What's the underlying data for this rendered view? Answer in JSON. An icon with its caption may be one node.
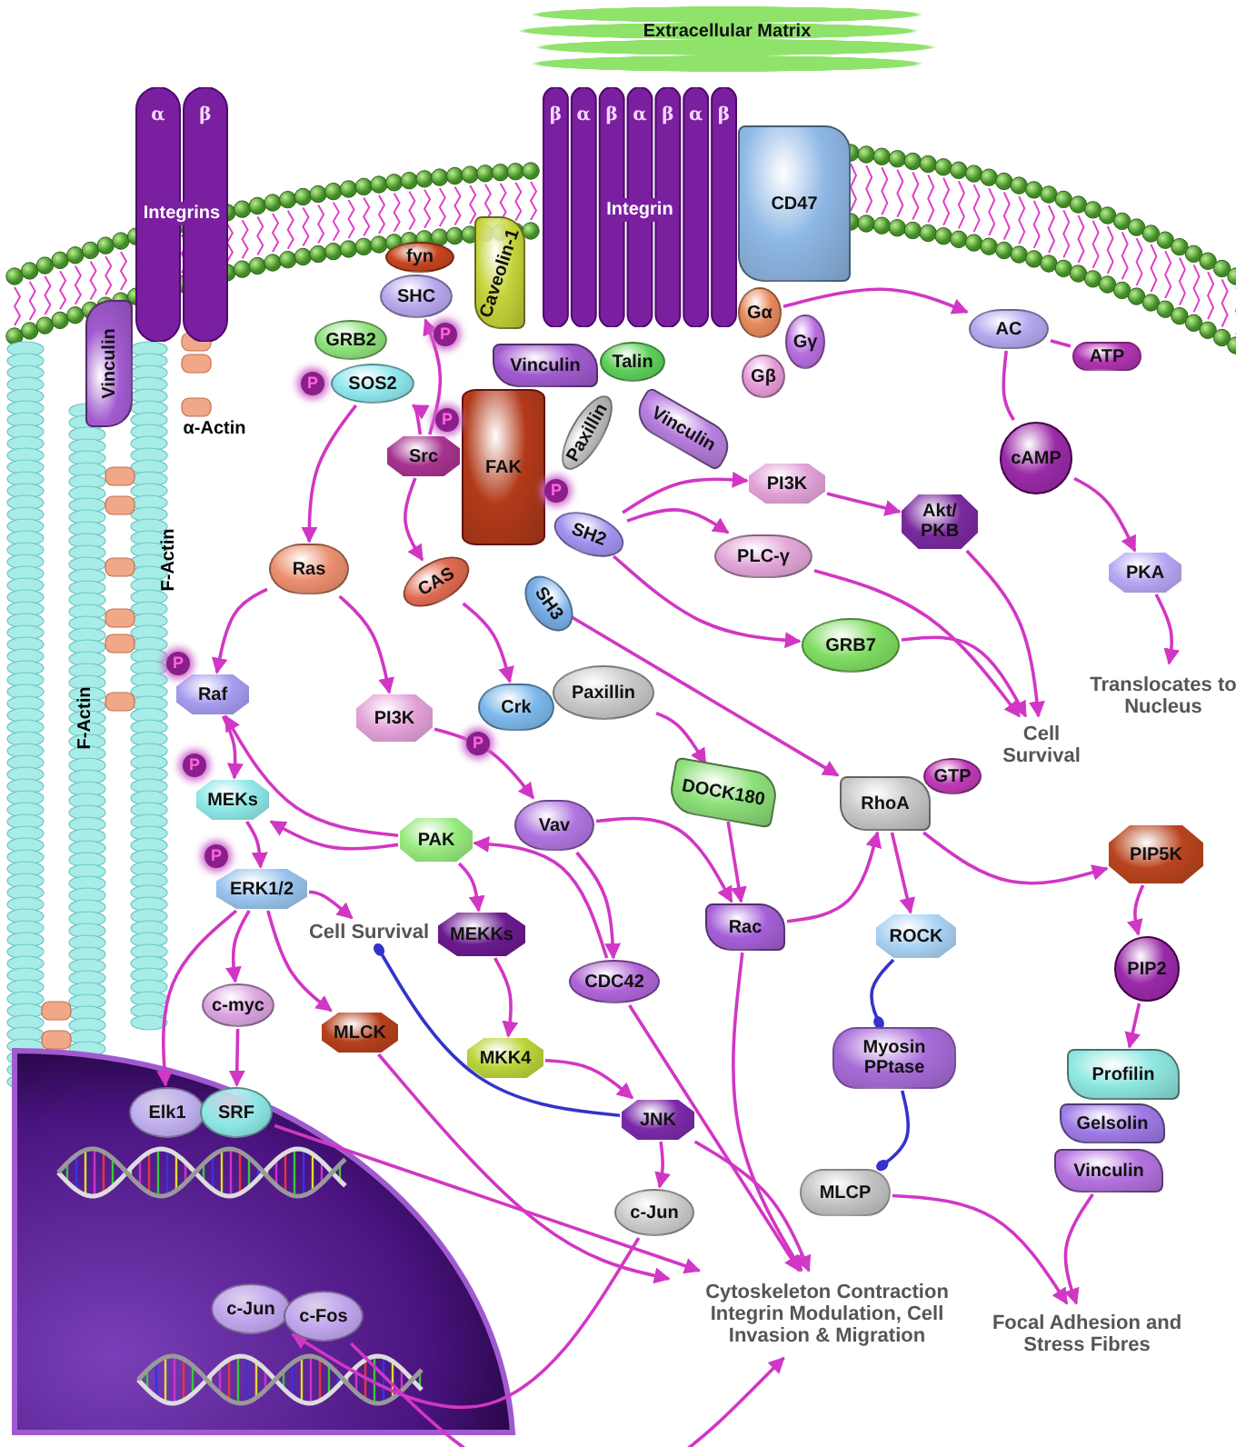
{
  "diagram": {
    "nodes": [
      {
        "text": [
          "Extracellular Matrix"
        ]
      },
      {
        "text": [
          "α",
          "β",
          "Integrins"
        ]
      },
      {
        "text": [
          "β",
          "α",
          "β",
          "α",
          "β",
          "α",
          "β",
          "Integrin"
        ]
      },
      {
        "text": [
          "CD47"
        ]
      },
      {
        "text": [
          "Caveolin-1"
        ]
      },
      {
        "text": [
          "fyn"
        ]
      },
      {
        "text": [
          "SHC"
        ],
        "beside": [
          "P"
        ]
      },
      {
        "text": [
          "GRB2"
        ]
      },
      {
        "text": [
          "SOS2"
        ],
        "beside": [
          "P"
        ]
      },
      {
        "text": [
          "Vinculin"
        ]
      },
      {
        "text": [
          "Vinculin"
        ]
      },
      {
        "text": [
          "Talin"
        ]
      },
      {
        "text": [
          "Paxillin"
        ]
      },
      {
        "text": [
          "Vinculin"
        ]
      },
      {
        "text": [
          "Gα"
        ]
      },
      {
        "text": [
          "Gγ"
        ]
      },
      {
        "text": [
          "Gβ"
        ]
      },
      {
        "text": [
          "FAK"
        ]
      },
      {
        "text": [
          "Src"
        ],
        "beside": [
          "P"
        ]
      },
      {
        "text": [
          "CAS"
        ]
      },
      {
        "text": [
          "SH2"
        ],
        "beside": [
          "P"
        ]
      },
      {
        "text": [
          "SH3"
        ]
      },
      {
        "text": [
          "AC"
        ]
      },
      {
        "text": [
          "ATP"
        ]
      },
      {
        "text": [
          "cAMP"
        ]
      },
      {
        "text": [
          "PKA"
        ]
      },
      {
        "text": [
          "Translocates to Nucleus"
        ]
      },
      {
        "text": [
          "PI3K"
        ]
      },
      {
        "text": [
          "Akt/ PKB"
        ]
      },
      {
        "text": [
          "PLC-γ"
        ]
      },
      {
        "text": [
          "GRB7"
        ]
      },
      {
        "text": [
          "Cell Survival"
        ]
      },
      {
        "text": [
          "Ras"
        ]
      },
      {
        "text": [
          "PI3K"
        ]
      },
      {
        "text": [
          "Crk"
        ],
        "beside": [
          "P"
        ]
      },
      {
        "text": [
          "Paxillin"
        ]
      },
      {
        "text": [
          "Raf"
        ],
        "beside": [
          "P"
        ]
      },
      {
        "text": [
          "MEKs"
        ],
        "beside": [
          "P"
        ]
      },
      {
        "text": [
          "ERK1/2"
        ],
        "beside": [
          "P"
        ]
      },
      {
        "text": [
          "PAK"
        ]
      },
      {
        "text": [
          "Vav"
        ]
      },
      {
        "text": [
          "DOCK180"
        ]
      },
      {
        "text": [
          "RhoA"
        ]
      },
      {
        "text": [
          "GTP"
        ]
      },
      {
        "text": [
          "Rac"
        ]
      },
      {
        "text": [
          "Cell Survival"
        ]
      },
      {
        "text": [
          "MEKKs"
        ]
      },
      {
        "text": [
          "CDC42"
        ]
      },
      {
        "text": [
          "ROCK"
        ]
      },
      {
        "text": [
          "PIP5K"
        ]
      },
      {
        "text": [
          "c-myc"
        ]
      },
      {
        "text": [
          "MLCK"
        ]
      },
      {
        "text": [
          "MKK4"
        ]
      },
      {
        "text": [
          "PIP2"
        ]
      },
      {
        "text": [
          "Myosin PPtase"
        ]
      },
      {
        "text": [
          "JNK"
        ]
      },
      {
        "text": [
          "c-Jun"
        ]
      },
      {
        "text": [
          "MLCP"
        ]
      },
      {
        "text": [
          "Profilin"
        ]
      },
      {
        "text": [
          "Gelsolin"
        ]
      },
      {
        "text": [
          "Vinculin"
        ]
      },
      {
        "text": [
          "Elk1"
        ]
      },
      {
        "text": [
          "SRF"
        ]
      },
      {
        "text": [
          "c-Jun"
        ]
      },
      {
        "text": [
          "c-Fos"
        ]
      },
      {
        "text": [
          "Cytoskeleton Contraction Integrin Modulation, Cell Invasion & Migration"
        ]
      },
      {
        "text": [
          "Focal Adhesion and Stress Fibres"
        ]
      }
    ],
    "edges": [
      {
        "from": 14,
        "to": 22,
        "arrow": "to"
      },
      {
        "from": 22,
        "to": 23,
        "arrow": "none"
      },
      {
        "from": 22,
        "to": 24,
        "arrow": "none"
      },
      {
        "from": 24,
        "to": 25,
        "arrow": "to"
      },
      {
        "from": 25,
        "to": 26,
        "arrow": "to"
      },
      {
        "from": 20,
        "to": 27,
        "arrow": "to"
      },
      {
        "from": 27,
        "to": 28,
        "arrow": "to"
      },
      {
        "from": 20,
        "to": 29,
        "arrow": "to"
      },
      {
        "from": 20,
        "to": 30,
        "arrow": "to"
      },
      {
        "from": 28,
        "to": 31,
        "arrow": "to"
      },
      {
        "from": 29,
        "to": 31,
        "arrow": "to"
      },
      {
        "from": 30,
        "to": 31,
        "arrow": "to"
      },
      {
        "from": 21,
        "to": 42,
        "arrow": "to"
      },
      {
        "from": 18,
        "to": 6,
        "arrow": "to"
      },
      {
        "from": 18,
        "to": 8,
        "arrow": "to"
      },
      {
        "from": 8,
        "to": 32,
        "arrow": "to"
      },
      {
        "from": 18,
        "to": 19,
        "arrow": "to"
      },
      {
        "from": 19,
        "to": 34,
        "arrow": "to"
      },
      {
        "from": 32,
        "to": 36,
        "arrow": "to"
      },
      {
        "from": 32,
        "to": 33,
        "arrow": "to"
      },
      {
        "from": 33,
        "to": 40,
        "arrow": "to"
      },
      {
        "from": 36,
        "to": 37,
        "arrow": "to"
      },
      {
        "from": 37,
        "to": 38,
        "arrow": "to"
      },
      {
        "from": 39,
        "to": 37,
        "arrow": "to"
      },
      {
        "from": 39,
        "to": 36,
        "arrow": "to"
      },
      {
        "from": 47,
        "to": 39,
        "arrow": "to"
      },
      {
        "from": 39,
        "to": 46,
        "arrow": "to"
      },
      {
        "from": 46,
        "to": 52,
        "arrow": "to"
      },
      {
        "from": 52,
        "to": 55,
        "arrow": "to"
      },
      {
        "from": 55,
        "to": 56,
        "arrow": "to"
      },
      {
        "from": 40,
        "to": 44,
        "arrow": "to"
      },
      {
        "from": 40,
        "to": 47,
        "arrow": "to"
      },
      {
        "from": 35,
        "to": 41,
        "arrow": "to"
      },
      {
        "from": 41,
        "to": 44,
        "arrow": "to"
      },
      {
        "from": 44,
        "to": 42,
        "arrow": "to"
      },
      {
        "from": 42,
        "to": 48,
        "arrow": "to"
      },
      {
        "from": 42,
        "to": 49,
        "arrow": "to"
      },
      {
        "from": 49,
        "to": 53,
        "arrow": "to"
      },
      {
        "from": 53,
        "to": 58,
        "arrow": "to"
      },
      {
        "from": 48,
        "to": 54,
        "arrow": "other",
        "color": "#3333cc"
      },
      {
        "from": 54,
        "to": 57,
        "arrow": "other",
        "color": "#3333cc"
      },
      {
        "from": 57,
        "to": 66,
        "arrow": "to"
      },
      {
        "from": 60,
        "to": 66,
        "arrow": "to"
      },
      {
        "from": 38,
        "to": 45,
        "arrow": "to"
      },
      {
        "from": 38,
        "to": 50,
        "arrow": "to"
      },
      {
        "from": 38,
        "to": 51,
        "arrow": "to"
      },
      {
        "from": 38,
        "to": 61,
        "arrow": "to"
      },
      {
        "from": 50,
        "to": 62,
        "arrow": "to"
      },
      {
        "from": 55,
        "to": 45,
        "arrow": "other",
        "color": "#3333cc"
      },
      {
        "from": 51,
        "to": 65,
        "arrow": "to"
      },
      {
        "from": 47,
        "to": 65,
        "arrow": "to"
      },
      {
        "from": 55,
        "to": 65,
        "arrow": "to"
      },
      {
        "from": 44,
        "to": 65,
        "arrow": "to"
      },
      {
        "from": 62,
        "to": 65,
        "arrow": "to"
      },
      {
        "from": 64,
        "to": 65,
        "arrow": "to"
      },
      {
        "from": 56,
        "to": 63,
        "arrow": "to"
      }
    ],
    "labels": [
      "α-Actin",
      "F-Actin",
      "F-Actin"
    ]
  }
}
